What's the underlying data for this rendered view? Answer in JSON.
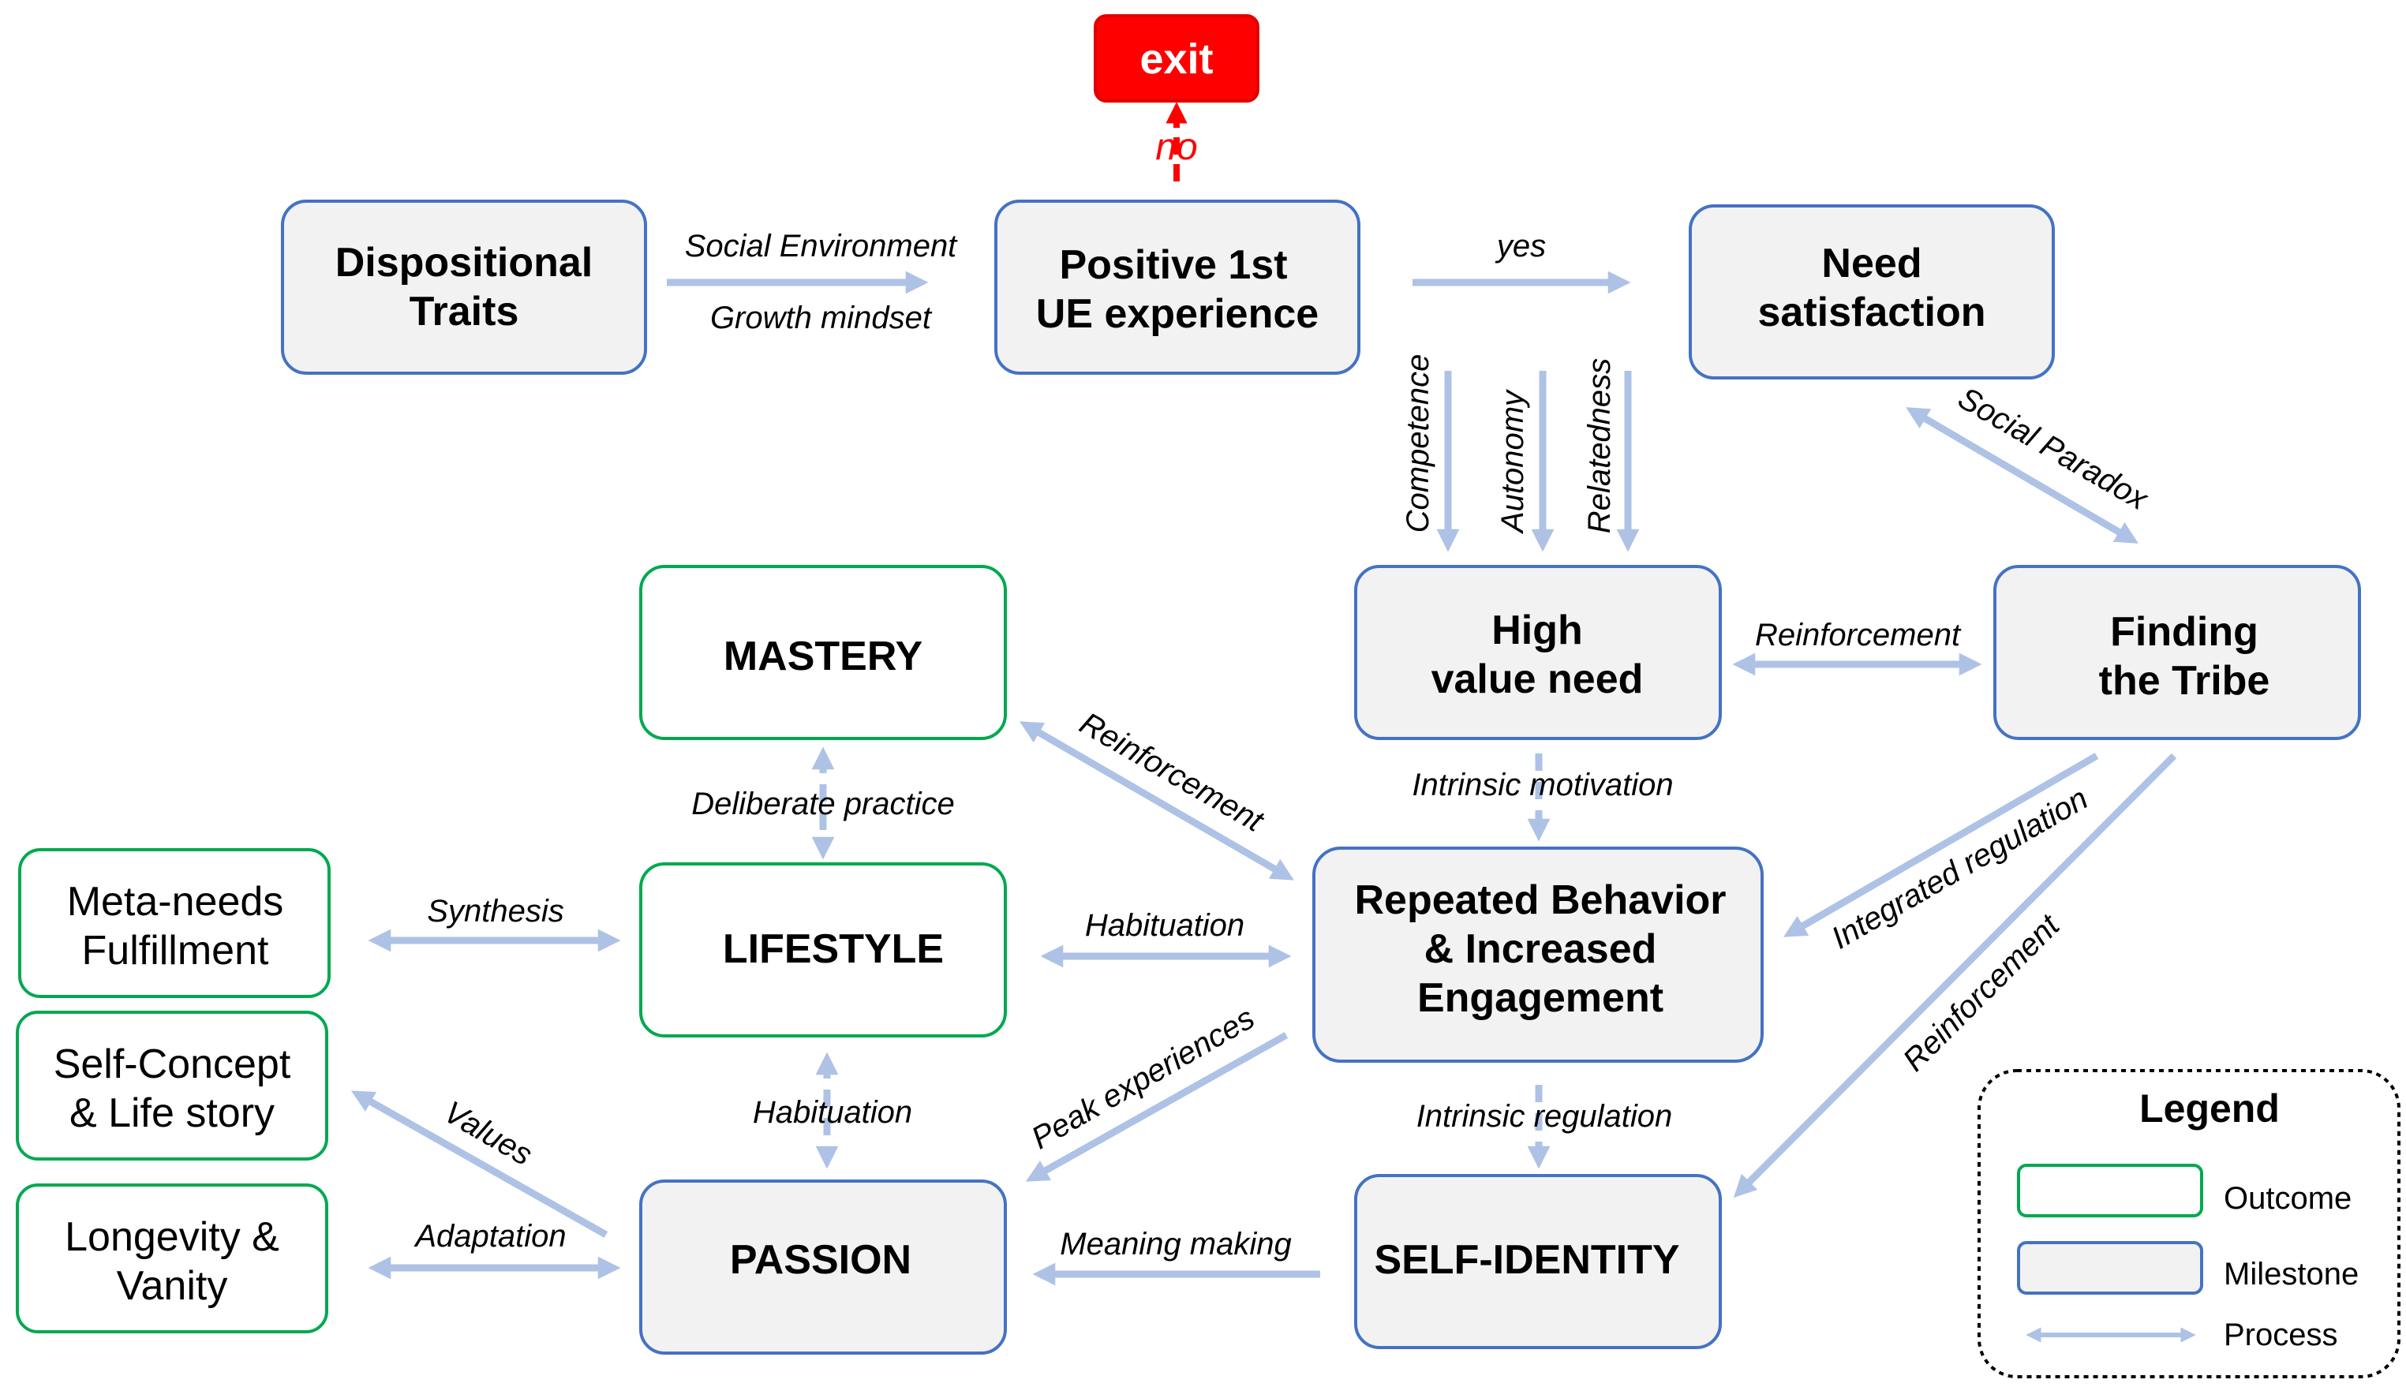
{
  "colors": {
    "milestone_fill": "#f2f2f2",
    "milestone_stroke": "#4472c4",
    "outcome_stroke": "#00a94f",
    "process_arrow": "#aec2e6",
    "exit_fill": "#ff0000"
  },
  "nodes": {
    "exit": "exit",
    "dispositional": [
      "Dispositional",
      "Traits"
    ],
    "positive_first": [
      "Positive 1st",
      "UE experience"
    ],
    "need_satisfaction": [
      "Need",
      "satisfaction"
    ],
    "high_value_need": [
      "High",
      "value need"
    ],
    "finding_tribe": [
      "Finding",
      "the Tribe"
    ],
    "mastery": "MASTERY",
    "lifestyle": "LIFESTYLE",
    "repeated_behavior": [
      "Repeated Behavior",
      "& Increased",
      "Engagement"
    ],
    "meta_needs": [
      "Meta-needs",
      "Fulfillment"
    ],
    "self_concept": [
      "Self-Concept",
      "& Life story"
    ],
    "longevity": [
      "Longevity &",
      "Vanity"
    ],
    "passion": "PASSION",
    "self_identity": "SELF-IDENTITY"
  },
  "edges": {
    "no": "no",
    "social_environment": "Social Environment",
    "growth_mindset": "Growth mindset",
    "yes": "yes",
    "competence": "Competence",
    "autonomy": "Autonomy",
    "relatedness": "Relatedness",
    "social_paradox": "Social Paradox",
    "reinforcement_tribe": "Reinforcement",
    "intrinsic_motivation": "Intrinsic motivation",
    "reinforcement_mastery": "Reinforcement",
    "deliberate_practice": "Deliberate practice",
    "synthesis": "Synthesis",
    "habituation_lifestyle": "Habituation",
    "integrated_regulation": "Integrated regulation",
    "reinforcement_identity": "Reinforcement",
    "values": "Values",
    "habituation_passion": "Habituation",
    "peak_experiences": "Peak experiences",
    "intrinsic_regulation": "Intrinsic regulation",
    "adaptation": "Adaptation",
    "meaning_making": "Meaning making"
  },
  "legend": {
    "title": "Legend",
    "outcome": "Outcome",
    "milestone": "Milestone",
    "process": "Process"
  }
}
